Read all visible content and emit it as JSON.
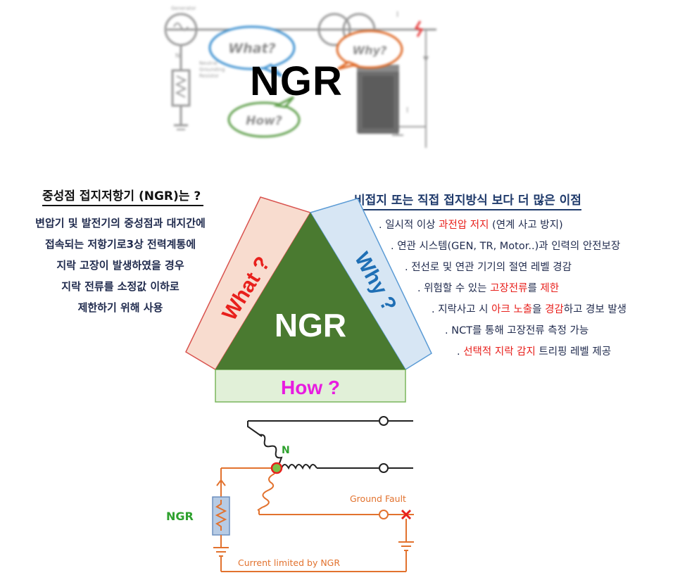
{
  "banner": {
    "title": "NGR",
    "bubble_what": "What?",
    "bubble_why": "Why?",
    "bubble_how": "How?",
    "generator_label": "Generator",
    "neutral_label": "N",
    "resistor_label_1": "Neutral",
    "resistor_label_2": "Grounding",
    "resistor_label_3": "Resistor",
    "current_label_1": "I",
    "current_label_2": "I"
  },
  "left": {
    "title": "중성점 접지저항기 (NGR)는 ?",
    "desc_lines": [
      "변압기 및 발전기의 중성점과 대지간에",
      "접속되는 저항기로3상 전력계통에",
      "지락 고장이 발생하였을 경우",
      "지락 전류를 소정값 이하로",
      "제한하기 위해 사용"
    ]
  },
  "triangle": {
    "center": "NGR",
    "what": "What ?",
    "why": "Why ?",
    "how": "How ?"
  },
  "right": {
    "title": "비접지 또는 직접 접지방식 보다 더 많은 이점",
    "benefits": [
      {
        "pre": ". 일시적 이상 ",
        "hl": "과전압 저지",
        "post": " (연계 사고 방지)"
      },
      {
        "pre": ". 연관 시스템(GEN, TR, Motor..)과 인력의 안전보장",
        "hl": "",
        "post": ""
      },
      {
        "pre": ". 전선로 및 연관 기기의 절연 레벨 경감",
        "hl": "",
        "post": ""
      },
      {
        "pre": ". 위험할 수 있는 ",
        "hl": "고장전류",
        "post": "를 ",
        "hl2": "제한"
      },
      {
        "pre": ". 지락사고 시 ",
        "hl": "아크 노출",
        "post": "을 ",
        "hl2": "경감",
        "post2": "하고 경보 발생"
      },
      {
        "pre": ". NCT를 통해 고장전류 측정 가능",
        "hl": "",
        "post": ""
      },
      {
        "pre": ". ",
        "hl": "선택적 지락 감지",
        "post": " 트리핑 레벨 제공"
      }
    ]
  },
  "circuit": {
    "neutral_label": "N",
    "ngr_label": "NGR",
    "fault_label": "Ground Fault",
    "limit_label": "Current limited by NGR"
  },
  "colors": {
    "triangle_green": "#4a7a30",
    "what_red": "#e8201c",
    "why_blue": "#1f6fb5",
    "how_magenta": "#e81ce0",
    "circuit_orange": "#e2722e",
    "label_green": "#2ea12e"
  }
}
